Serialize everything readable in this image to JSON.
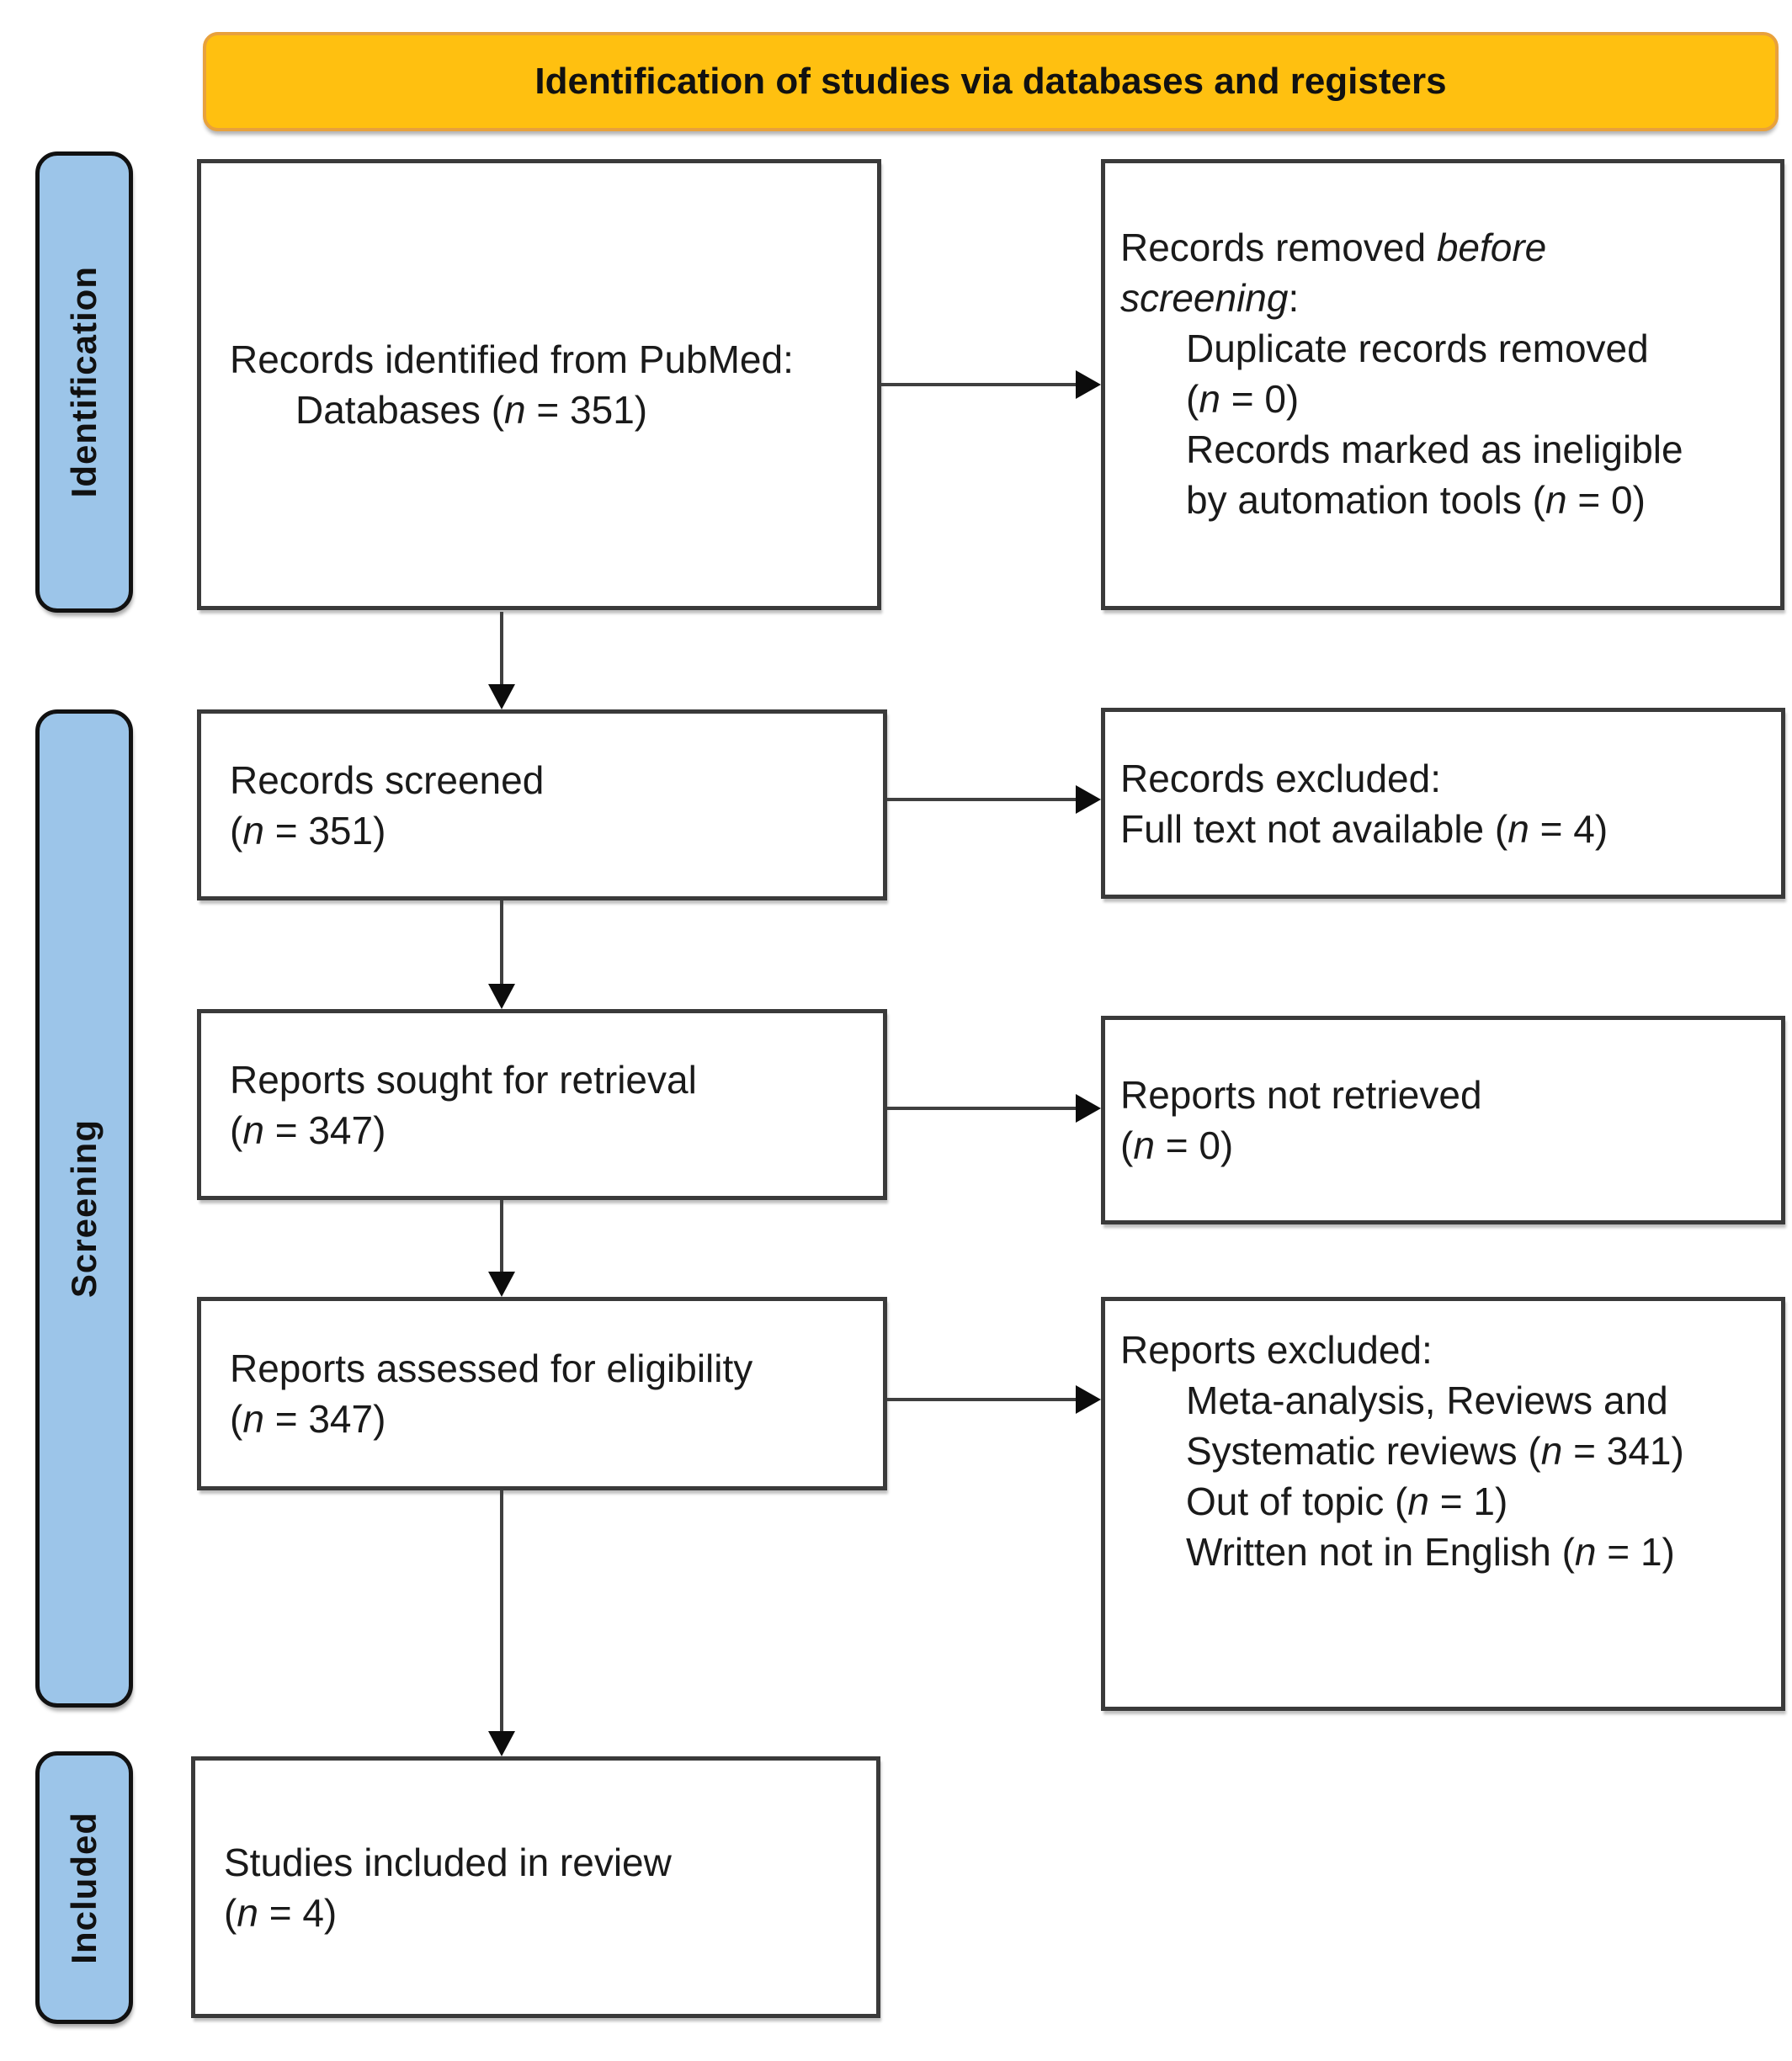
{
  "banner": {
    "label": "Identification of studies via databases and registers"
  },
  "stages": [
    {
      "id": "identification",
      "label": "Identification"
    },
    {
      "id": "screening",
      "label": "Screening"
    },
    {
      "id": "included",
      "label": "Included"
    }
  ],
  "colors": {
    "banner_fill": "#FFC010",
    "banner_border": "#E8A13C",
    "stage_fill": "#9CC5E9",
    "stage_border": "#111111",
    "box_fill": "#FFFFFF",
    "box_border": "#3A3A3A",
    "arrow": "#3F3F3F",
    "text": "#1A1A1A"
  },
  "boxes": {
    "identified": {
      "lines": [
        {
          "indent": 0,
          "runs": [
            {
              "t": "Records identified from PubMed:"
            }
          ]
        },
        {
          "indent": 1,
          "runs": [
            {
              "t": "Databases ("
            },
            {
              "t": "n",
              "i": true
            },
            {
              "t": " = 351)"
            }
          ]
        }
      ]
    },
    "removed": {
      "lines": [
        {
          "indent": 0,
          "runs": [
            {
              "t": "Records removed "
            },
            {
              "t": "before",
              "i": true
            }
          ]
        },
        {
          "indent": 0,
          "runs": [
            {
              "t": "screening",
              "i": true
            },
            {
              "t": ":"
            }
          ]
        },
        {
          "indent": 1,
          "runs": [
            {
              "t": "Duplicate records removed"
            }
          ]
        },
        {
          "indent": 1,
          "runs": [
            {
              "t": "("
            },
            {
              "t": "n",
              "i": true
            },
            {
              "t": " = 0)"
            }
          ]
        },
        {
          "indent": 1,
          "runs": [
            {
              "t": "Records marked as ineligible"
            }
          ]
        },
        {
          "indent": 1,
          "runs": [
            {
              "t": "by automation tools ("
            },
            {
              "t": "n",
              "i": true
            },
            {
              "t": " = 0)"
            }
          ]
        }
      ]
    },
    "screened": {
      "lines": [
        {
          "indent": 0,
          "runs": [
            {
              "t": "Records screened"
            }
          ]
        },
        {
          "indent": 0,
          "runs": [
            {
              "t": "("
            },
            {
              "t": "n",
              "i": true
            },
            {
              "t": " = 351)"
            }
          ]
        }
      ]
    },
    "records_excluded": {
      "lines": [
        {
          "indent": 0,
          "runs": [
            {
              "t": "Records excluded:"
            }
          ]
        },
        {
          "indent": 0,
          "runs": [
            {
              "t": "Full text not available ("
            },
            {
              "t": "n",
              "i": true
            },
            {
              "t": " = 4)"
            }
          ]
        }
      ]
    },
    "sought": {
      "lines": [
        {
          "indent": 0,
          "runs": [
            {
              "t": "Reports sought for retrieval"
            }
          ]
        },
        {
          "indent": 0,
          "runs": [
            {
              "t": "("
            },
            {
              "t": "n",
              "i": true
            },
            {
              "t": " = 347)"
            }
          ]
        }
      ]
    },
    "not_retrieved": {
      "lines": [
        {
          "indent": 0,
          "runs": [
            {
              "t": "Reports not retrieved"
            }
          ]
        },
        {
          "indent": 0,
          "runs": [
            {
              "t": "("
            },
            {
              "t": "n",
              "i": true
            },
            {
              "t": " = 0)"
            }
          ]
        }
      ]
    },
    "assessed": {
      "lines": [
        {
          "indent": 0,
          "runs": [
            {
              "t": "Reports assessed for eligibility"
            }
          ]
        },
        {
          "indent": 0,
          "runs": [
            {
              "t": "("
            },
            {
              "t": "n",
              "i": true
            },
            {
              "t": " = 347)"
            }
          ]
        }
      ]
    },
    "reports_excluded": {
      "lines": [
        {
          "indent": 0,
          "runs": [
            {
              "t": "Reports excluded:"
            }
          ]
        },
        {
          "indent": 1,
          "runs": [
            {
              "t": "Meta-analysis, Reviews and"
            }
          ]
        },
        {
          "indent": 1,
          "runs": [
            {
              "t": "Systematic reviews ("
            },
            {
              "t": "n",
              "i": true
            },
            {
              "t": " = 341)"
            }
          ]
        },
        {
          "indent": 1,
          "runs": [
            {
              "t": "Out of topic ("
            },
            {
              "t": "n",
              "i": true
            },
            {
              "t": " = 1)"
            }
          ]
        },
        {
          "indent": 1,
          "runs": [
            {
              "t": "Written not in English ("
            },
            {
              "t": "n",
              "i": true
            },
            {
              "t": " = 1)"
            }
          ]
        }
      ]
    },
    "included_review": {
      "lines": [
        {
          "indent": 0,
          "runs": [
            {
              "t": "Studies included in review"
            }
          ]
        },
        {
          "indent": 0,
          "runs": [
            {
              "t": "("
            },
            {
              "t": "n",
              "i": true
            },
            {
              "t": " = 4)"
            }
          ]
        }
      ]
    }
  }
}
